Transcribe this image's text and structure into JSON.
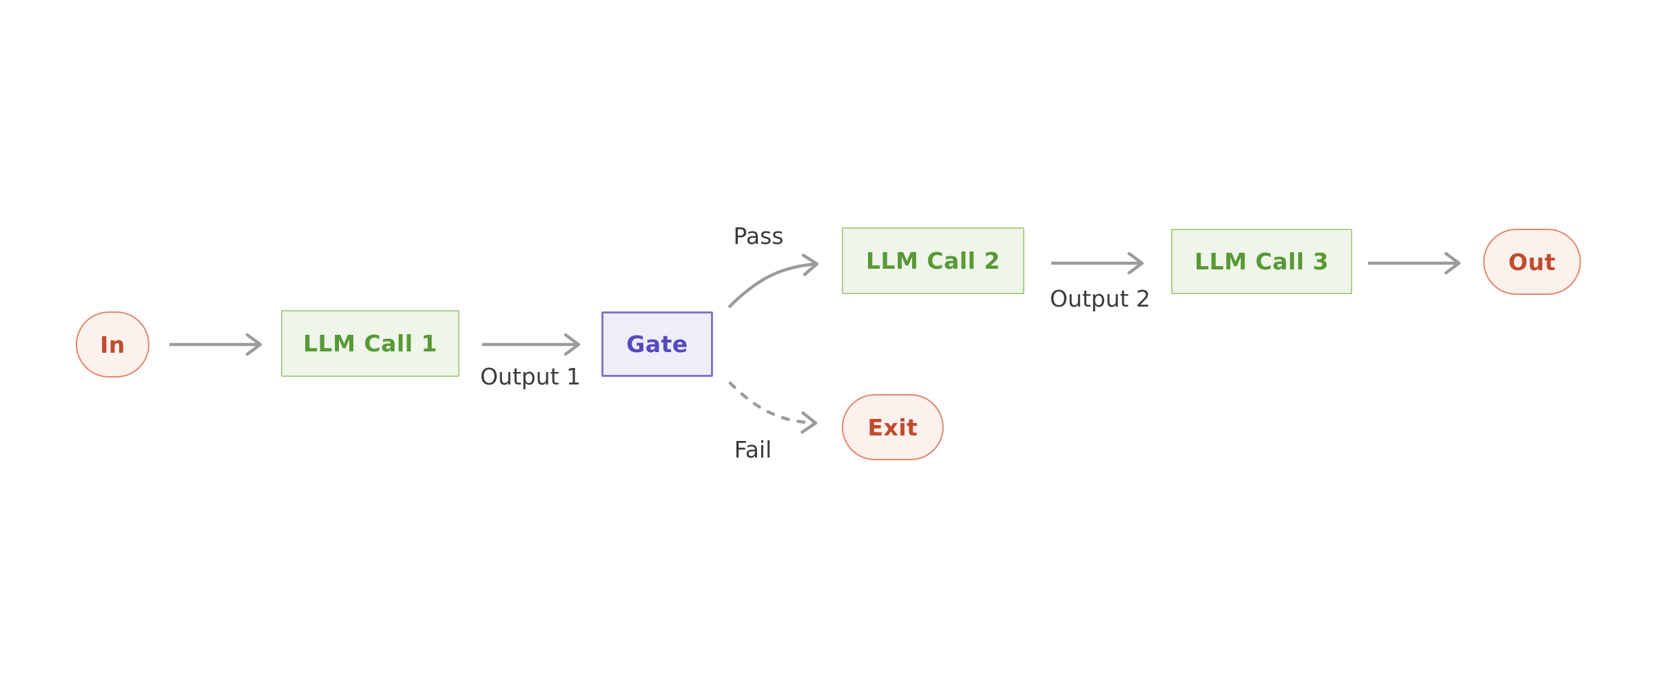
{
  "diagram": {
    "kind": "flowchart",
    "colors": {
      "background": "#ffffff",
      "arrow": "#9b9b9b",
      "edge_label_text": "#3b3b3b",
      "process_fill": "#eff5e9",
      "process_border": "#abcf8d",
      "process_text": "#579936",
      "decision_fill": "#eeedf8",
      "decision_border": "#8177cc",
      "decision_text": "#5549c1",
      "terminal_fill": "#fdf1ee",
      "terminal_border": "#e2886c",
      "terminal_text": "#c14b2d"
    },
    "nodes": [
      {
        "id": "in",
        "label": "In",
        "type": "terminal"
      },
      {
        "id": "llm-call-1",
        "label": "LLM Call 1",
        "type": "process"
      },
      {
        "id": "gate",
        "label": "Gate",
        "type": "decision"
      },
      {
        "id": "llm-call-2",
        "label": "LLM Call 2",
        "type": "process"
      },
      {
        "id": "llm-call-3",
        "label": "LLM Call 3",
        "type": "process"
      },
      {
        "id": "out",
        "label": "Out",
        "type": "terminal"
      },
      {
        "id": "exit",
        "label": "Exit",
        "type": "terminal"
      }
    ],
    "edges": [
      {
        "from": "in",
        "to": "llm-call-1",
        "label": "",
        "style": "solid-straight"
      },
      {
        "from": "llm-call-1",
        "to": "gate",
        "label": "Output 1",
        "style": "solid-straight"
      },
      {
        "from": "gate",
        "to": "llm-call-2",
        "label": "Pass",
        "style": "solid-curved"
      },
      {
        "from": "llm-call-2",
        "to": "llm-call-3",
        "label": "Output 2",
        "style": "solid-straight"
      },
      {
        "from": "llm-call-3",
        "to": "out",
        "label": "",
        "style": "solid-straight"
      },
      {
        "from": "gate",
        "to": "exit",
        "label": "Fail",
        "style": "dashed-curved"
      }
    ]
  }
}
